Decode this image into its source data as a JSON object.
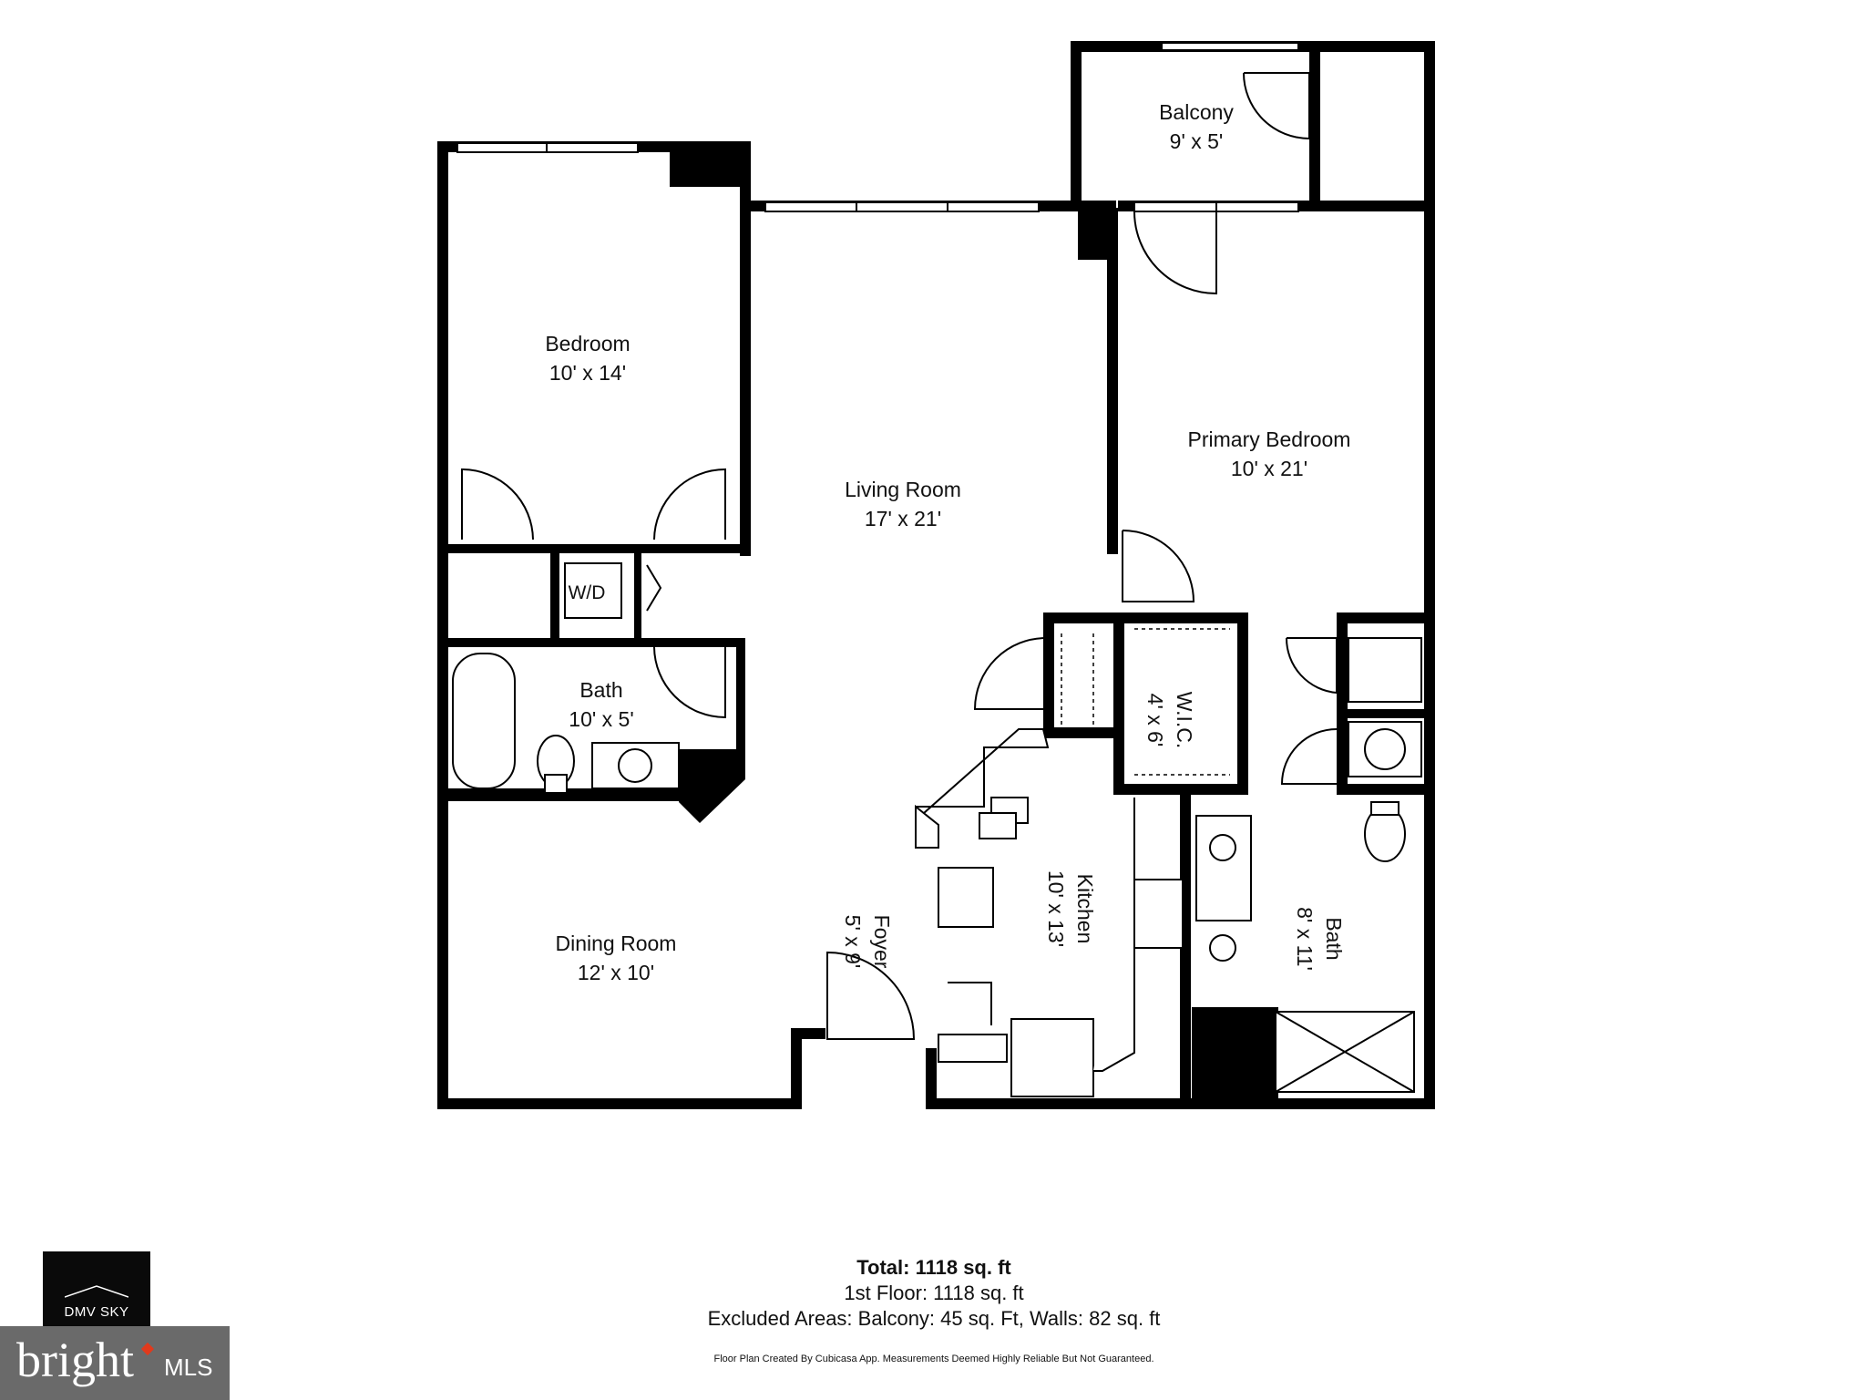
{
  "rooms": {
    "balcony": {
      "name": "Balcony",
      "dims": "9' x 5'"
    },
    "bedroom": {
      "name": "Bedroom",
      "dims": "10' x 14'"
    },
    "primary_bedroom": {
      "name": "Primary Bedroom",
      "dims": "10' x 21'"
    },
    "living_room": {
      "name": "Living Room",
      "dims": "17' x 21'"
    },
    "wd": {
      "name": "W/D"
    },
    "bath1": {
      "name": "Bath",
      "dims": "10' x 5'"
    },
    "wic": {
      "name": "W.I.C.",
      "dims": "4' x 6'"
    },
    "kitchen": {
      "name": "Kitchen",
      "dims": "10' x 13'"
    },
    "foyer": {
      "name": "Foyer",
      "dims": "5' x 9'"
    },
    "bath2": {
      "name": "Bath",
      "dims": "8' x 11'"
    },
    "dining_room": {
      "name": "Dining Room",
      "dims": "12' x 10'"
    }
  },
  "summary": {
    "total": "Total: 1118 sq. ft",
    "first_floor": "1st Floor: 1118 sq. ft",
    "excluded": "Excluded Areas: Balcony: 45 sq. Ft, Walls: 82 sq. ft",
    "disclaimer": "Floor Plan Created By Cubicasa App. Measurements Deemed Highly Reliable But Not Guaranteed."
  },
  "logos": {
    "dmv": "DMV SKY",
    "bright_word": "bright",
    "bright_mls": "MLS"
  },
  "colors": {
    "wall": "#000000",
    "background": "#ffffff",
    "bright_accent": "#e03a1c"
  }
}
